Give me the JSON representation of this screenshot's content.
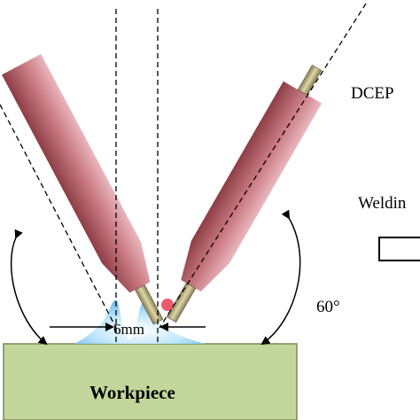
{
  "labels": {
    "polarity": "DCEP",
    "welding_truncated": "Weldin",
    "angle": "60°",
    "gap": "6mm",
    "workpiece": "Workpiece"
  },
  "colors": {
    "torch_dark": "#8e3d44",
    "torch_light": "#e9b7bd",
    "wire_dark": "#8a7e57",
    "wire_light": "#ddd6a8",
    "workpiece_fill": "#c3d69b",
    "workpiece_stroke": "#7a8a55",
    "arc_blue": "#5fb6ea",
    "droplet_red": "#e8404f"
  },
  "icons": {
    "welding_legend": "rectangle-outline-icon"
  }
}
